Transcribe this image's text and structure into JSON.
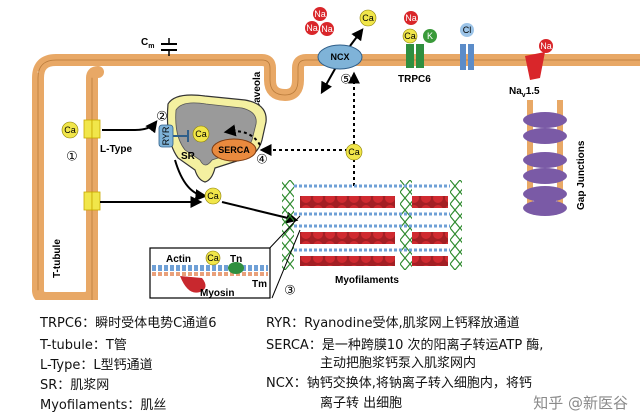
{
  "diagram": {
    "labels": {
      "cm": "C",
      "cm_sub": "m",
      "caveola": "Caveola",
      "l_type": "L-Type",
      "t_tubule": "T-tubule",
      "sr": "SR",
      "ryr": "RYR",
      "serca": "SERCA",
      "ncx": "NCX",
      "trpc6": "TRPC6",
      "nav": "Na",
      "nav_sub": "v",
      "nav_ver": "1.5",
      "gap_junctions": "Gap Junctions",
      "myofilaments": "Myofilaments",
      "actin": "Actin",
      "tn": "Tn",
      "tm": "Tm",
      "myosin": "Myosin"
    },
    "ions": {
      "ca": "Ca",
      "na": "Na",
      "k": "K",
      "cl": "Cl"
    },
    "steps": [
      "①",
      "②",
      "③",
      "④",
      "⑤"
    ]
  },
  "legend": {
    "left": [
      "TRPC6：瞬时受体电势C通道6",
      "T-tubule：T管",
      "L-Type：L型钙通道",
      "SR：肌浆网",
      "Myofilaments：肌丝"
    ],
    "right": [
      "RYR：Ryanodine受体,肌浆网上钙释放通道",
      "SERCA：是一种跨膜10 次的阳离子转运ATP 酶,",
      "主动把胞浆钙泵入肌浆网内",
      "NCX：钠钙交换体,将钠离子转入细胞内，将钙",
      "离子转 出细胞"
    ]
  },
  "watermark": "知乎 @新医谷",
  "colors": {
    "membrane": "#e8a866",
    "ca": "#f1e64a",
    "na": "#d9262a",
    "sr": "#9a9a9a",
    "serca": "#e98a3e",
    "ncx": "#7fb3d8",
    "trpc6": "#2f8f3f",
    "cl_channel": "#5b8cc9",
    "gap": "#7a5aa6",
    "myofil_red": "#c8282e",
    "myofil_green": "#3a9a3a",
    "myofil_blue": "#6fa0d6"
  }
}
